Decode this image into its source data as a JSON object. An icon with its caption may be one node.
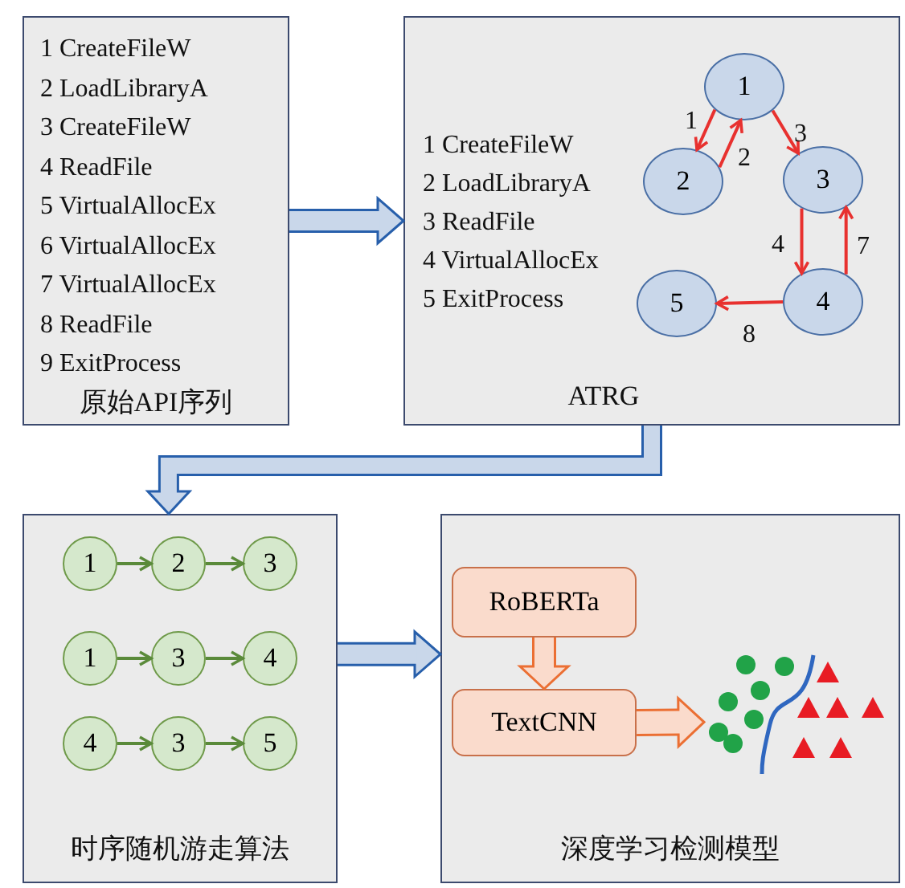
{
  "diagram": {
    "nodes": [
      {
        "text": [
          "1 CreateFileW",
          "2 LoadLibraryA",
          "3 CreateFileW",
          "4 ReadFile",
          "5 VirtualAllocEx",
          "6 VirtualAllocEx",
          "7 VirtualAllocEx",
          "8 ReadFile",
          "9 ExitProcess",
          "原始API序列"
        ]
      },
      {
        "text": [
          "1 CreateFileW",
          "2 LoadLibraryA",
          "3 ReadFile",
          "4 VirtualAllocEx",
          "5 ExitProcess",
          "ATRG"
        ]
      },
      {
        "text": [
          "1"
        ],
        "in": 1
      },
      {
        "text": [
          "2"
        ],
        "in": 1
      },
      {
        "text": [
          "3"
        ],
        "in": 1
      },
      {
        "text": [
          "4"
        ],
        "in": 1
      },
      {
        "text": [
          "5"
        ],
        "in": 1
      },
      {
        "text": [
          "时序随机游走算法"
        ]
      },
      {
        "text": [
          "1"
        ],
        "in": 7
      },
      {
        "text": [
          "2"
        ],
        "in": 7
      },
      {
        "text": [
          "3"
        ],
        "in": 7
      },
      {
        "text": [
          "1"
        ],
        "in": 7
      },
      {
        "text": [
          "3"
        ],
        "in": 7
      },
      {
        "text": [
          "4"
        ],
        "in": 7
      },
      {
        "text": [
          "4"
        ],
        "in": 7
      },
      {
        "text": [
          "3"
        ],
        "in": 7
      },
      {
        "text": [
          "5"
        ],
        "in": 7
      },
      {
        "text": [
          "深度学习检测模型"
        ]
      },
      {
        "text": [
          "RoBERTa"
        ],
        "in": 17
      },
      {
        "text": [
          "TextCNN"
        ],
        "in": 17
      },
      {
        "text": [],
        "shape": "picture",
        "in": 17
      }
    ],
    "edges": [
      {
        "from": 0,
        "to": 1,
        "arrow": "to",
        "style": "thick",
        "color": "#c9d7ea"
      },
      {
        "from": 1,
        "to": 7,
        "arrow": "to",
        "style": "thick",
        "color": "#c9d7ea"
      },
      {
        "from": 2,
        "to": 3,
        "arrow": "to",
        "label": "1",
        "color": "#e8312f"
      },
      {
        "from": 3,
        "to": 2,
        "arrow": "to",
        "label": "2",
        "color": "#e8312f"
      },
      {
        "from": 2,
        "to": 4,
        "arrow": "to",
        "label": "3",
        "color": "#e8312f"
      },
      {
        "from": 4,
        "to": 5,
        "arrow": "to",
        "label": "4",
        "color": "#e8312f"
      },
      {
        "from": 5,
        "to": 4,
        "arrow": "to",
        "label": "7",
        "color": "#e8312f"
      },
      {
        "from": 5,
        "to": 6,
        "arrow": "to",
        "label": "8",
        "color": "#e8312f"
      },
      {
        "from": 8,
        "to": 9,
        "arrow": "to",
        "color": "#5a8a3a"
      },
      {
        "from": 9,
        "to": 10,
        "arrow": "to",
        "color": "#5a8a3a"
      },
      {
        "from": 11,
        "to": 12,
        "arrow": "to",
        "color": "#5a8a3a"
      },
      {
        "from": 12,
        "to": 13,
        "arrow": "to",
        "color": "#5a8a3a"
      },
      {
        "from": 14,
        "to": 15,
        "arrow": "to",
        "color": "#5a8a3a"
      },
      {
        "from": 15,
        "to": 16,
        "arrow": "to",
        "color": "#5a8a3a"
      },
      {
        "from": 7,
        "to": 17,
        "arrow": "to",
        "style": "thick",
        "color": "#c9d7ea"
      },
      {
        "from": 18,
        "to": 19,
        "arrow": "to",
        "style": "thick",
        "color": "#fadbcc"
      },
      {
        "from": 19,
        "to": 20,
        "arrow": "to",
        "style": "thick",
        "color": "#fadbcc"
      }
    ]
  }
}
